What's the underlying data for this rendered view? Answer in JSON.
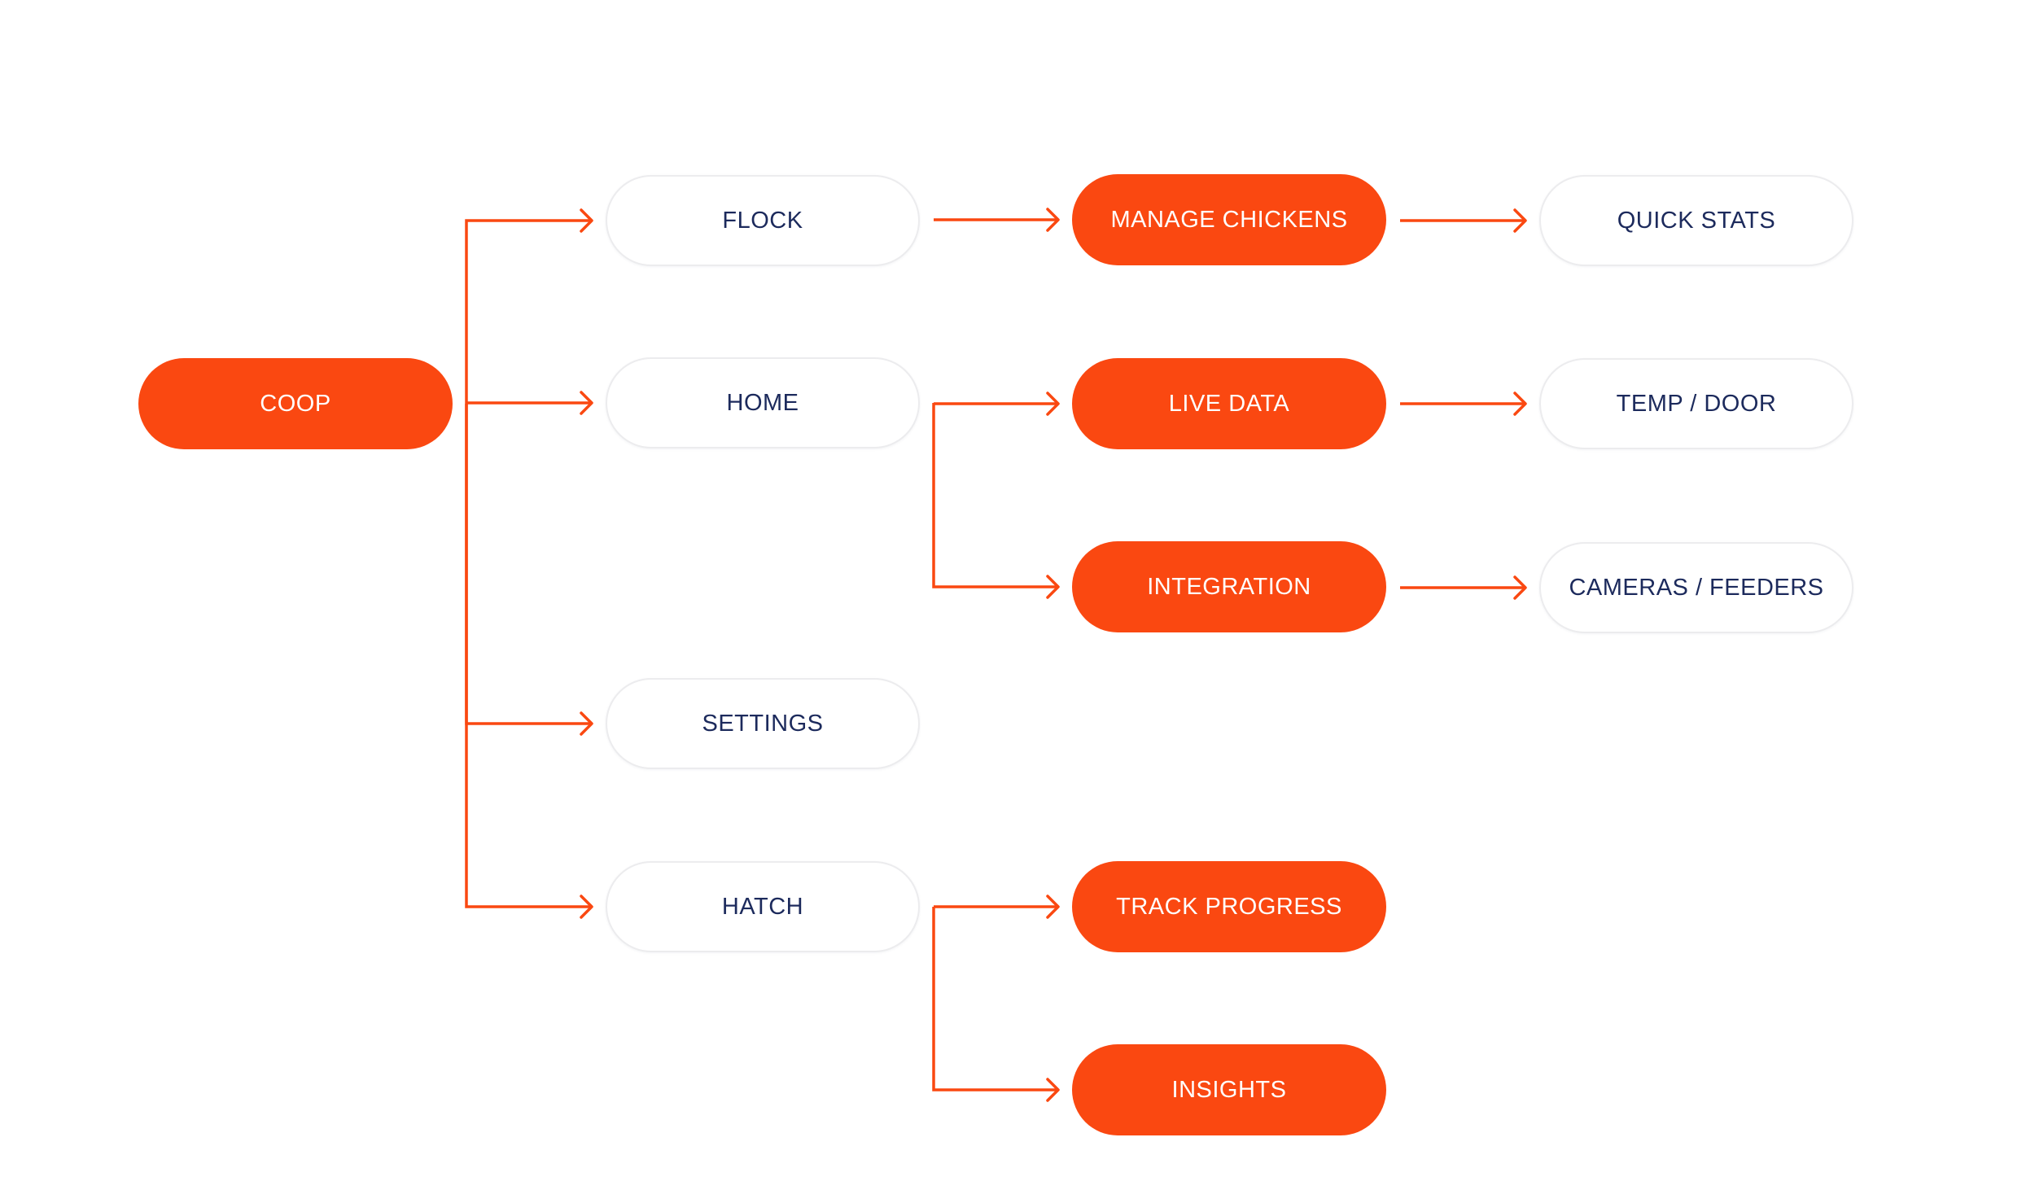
{
  "colors": {
    "accent": "#fa4811",
    "node_text_dark": "#1c2a5c",
    "node_text_light": "#ffffff",
    "outline_border": "#ececee"
  },
  "nodes": {
    "coop": {
      "label": "COOP",
      "style": "filled"
    },
    "flock": {
      "label": "FLOCK",
      "style": "outline"
    },
    "home": {
      "label": "HOME",
      "style": "outline"
    },
    "settings": {
      "label": "SETTINGS",
      "style": "outline"
    },
    "hatch": {
      "label": "HATCH",
      "style": "outline"
    },
    "manage_chickens": {
      "label": "MANAGE CHICKENS",
      "style": "filled"
    },
    "live_data": {
      "label": "LIVE DATA",
      "style": "filled"
    },
    "integration": {
      "label": "INTEGRATION",
      "style": "filled"
    },
    "track_progress": {
      "label": "TRACK PROGRESS",
      "style": "filled"
    },
    "insights": {
      "label": "INSIGHTS",
      "style": "filled"
    },
    "quick_stats": {
      "label": "QUICK STATS",
      "style": "outline"
    },
    "temp_door": {
      "label": "TEMP / DOOR",
      "style": "outline"
    },
    "cameras_feeders": {
      "label": "CAMERAS / FEEDERS",
      "style": "outline"
    }
  },
  "edges": [
    {
      "from": "coop",
      "to": "flock"
    },
    {
      "from": "coop",
      "to": "home"
    },
    {
      "from": "coop",
      "to": "settings"
    },
    {
      "from": "coop",
      "to": "hatch"
    },
    {
      "from": "flock",
      "to": "manage_chickens"
    },
    {
      "from": "home",
      "to": "live_data"
    },
    {
      "from": "home",
      "to": "integration"
    },
    {
      "from": "hatch",
      "to": "track_progress"
    },
    {
      "from": "hatch",
      "to": "insights"
    },
    {
      "from": "manage_chickens",
      "to": "quick_stats"
    },
    {
      "from": "live_data",
      "to": "temp_door"
    },
    {
      "from": "integration",
      "to": "cameras_feeders"
    }
  ]
}
